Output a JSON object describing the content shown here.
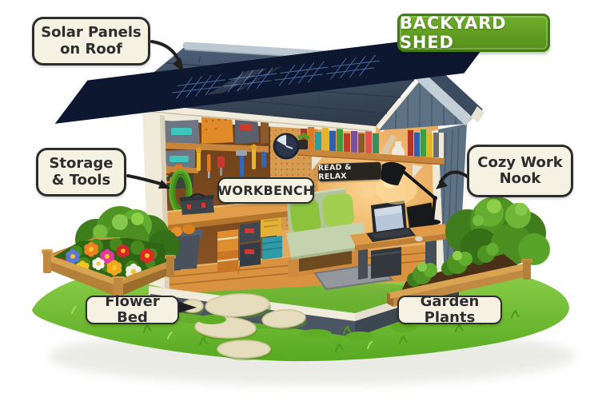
{
  "title_badge": {
    "label": "BACKYARD SHED"
  },
  "callouts": {
    "solar_panels": {
      "line1": "Solar Panels",
      "line2": "on Roof"
    },
    "storage_tools": {
      "line1": "Storage",
      "line2": "& Tools"
    },
    "workbench": {
      "label": "WORKBENCH"
    },
    "cozy_work_nook": {
      "line1": "Cozy Work",
      "line2": "Nook"
    },
    "flower_bed": {
      "label": "Flower Bed"
    },
    "garden_plants": {
      "label": "Garden Plants"
    }
  },
  "interior_sign": {
    "label": "READ & RELAX"
  },
  "scene": {
    "description": "Cutaway illustration of a backyard shed on a grass mound",
    "features": [
      "solar panel array on roof",
      "storage shelves with bins",
      "pegboard with hanging tools",
      "coiled garden hose",
      "wall clock",
      "workbench with toolbox",
      "bookshelf with colorful books",
      "reading couch with green pillows",
      "desk with laptop and lamp",
      "flower bed planter",
      "raised bed with garden plants",
      "stepping stones",
      "bushes"
    ]
  },
  "colors": {
    "badge_green": "#5d9b1d",
    "badge_border": "#417c10",
    "callout_bg": "#f5f2e3",
    "callout_border": "#2d2d2d",
    "roof_slate": "#3e4e62",
    "solar_navy": "#1c2a52",
    "wall_cream": "#f0ead9",
    "siding_blue_gray": "#5e7286",
    "interior_warm": "#e4a75e",
    "wood": "#d0893f",
    "grass_green": "#76bd2e",
    "bush_green": "#4c8c22",
    "stone_beige": "#e6dcbe",
    "sign_dark": "#282420",
    "arrow_black": "#1f1f1f"
  }
}
